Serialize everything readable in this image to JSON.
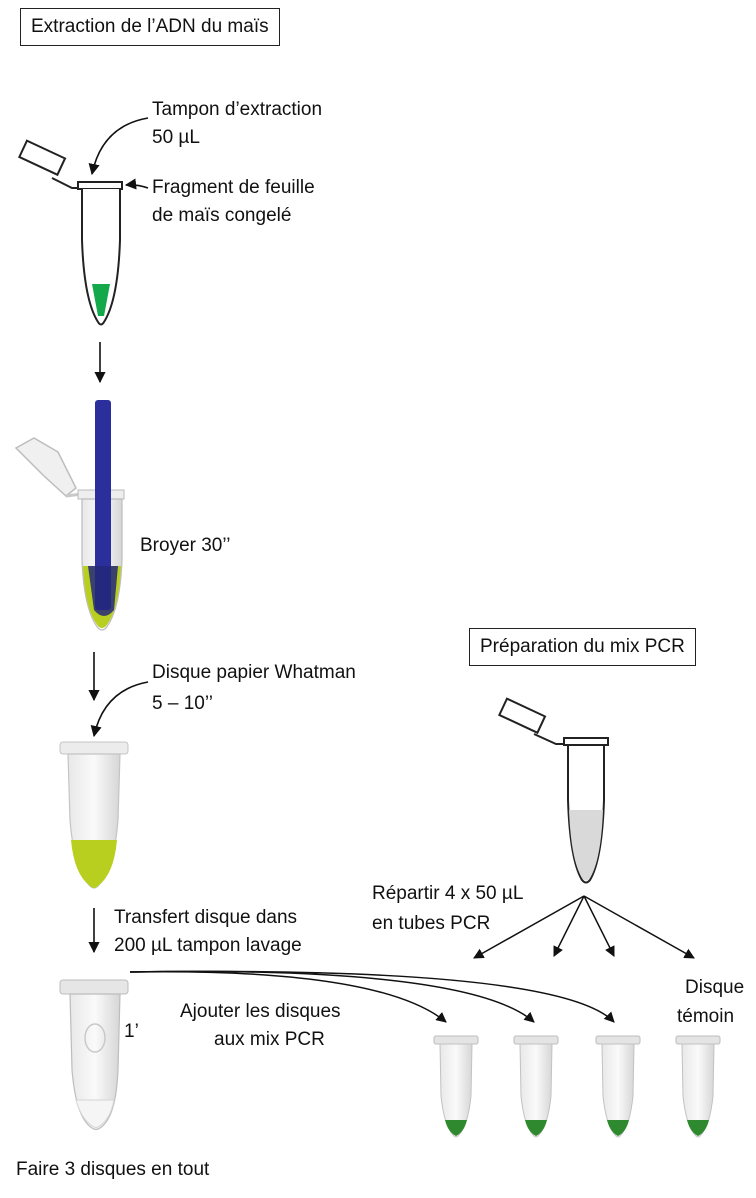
{
  "titles": {
    "extraction": "Extraction de l’ADN du maïs",
    "mix_pcr": "Préparation du mix PCR"
  },
  "labels": {
    "tampon_line1": "Tampon d’extraction",
    "tampon_line2": "50 µL",
    "fragment_line1": "Fragment de feuille",
    "fragment_line2": "de maïs congelé",
    "broyer": "Broyer 30’’",
    "disque_line1": "Disque papier Whatman",
    "disque_line2": "5 – 10’’",
    "transfert_line1": "Transfert disque dans",
    "transfert_line2": "200 µL tampon lavage",
    "une_minute": "1’",
    "ajouter_line1": "Ajouter les disques",
    "ajouter_line2": "aux mix PCR",
    "repartir_line1": "Répartir 4 x 50 µL",
    "repartir_line2": "en tubes PCR",
    "temoin_line1": "Disque",
    "temoin_line2": "témoin",
    "faire": "Faire 3 disques en tout"
  },
  "colors": {
    "leaf_green": "#13a84a",
    "lysate_yellow_green": "#b9cf1f",
    "pestle_blue": "#2a2f9c",
    "disc_green": "#2f8a2f",
    "pcr_mix_grey": "#d9d9d9"
  }
}
